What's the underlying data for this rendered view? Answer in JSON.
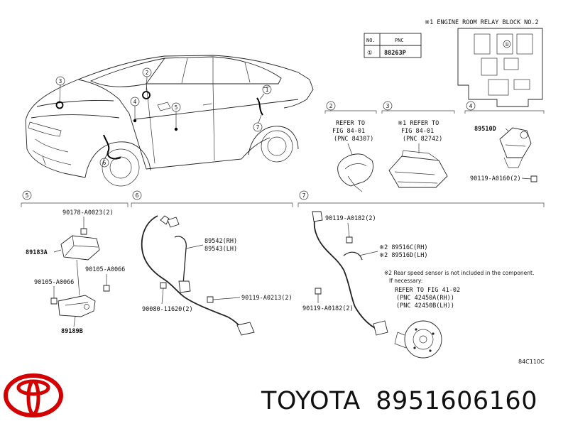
{
  "relay_block": {
    "title": "※1  ENGINE ROOM RELAY BLOCK NO.2",
    "table_headers": [
      "NO.",
      "PNC"
    ],
    "table_rows": [
      {
        "no": "①",
        "pnc": "88263P"
      }
    ],
    "callout": "①"
  },
  "car_callouts": [
    "1",
    "2",
    "3",
    "4",
    "5",
    "6",
    "7"
  ],
  "sections": {
    "s2": {
      "num": "2",
      "lines": [
        "REFER TO",
        "FIG 84-01",
        "(PNC 84307)"
      ]
    },
    "s3": {
      "num": "3",
      "lines": [
        "※1 REFER TO",
        "FIG 84-01",
        "(PNC 82742)"
      ]
    },
    "s4": {
      "num": "4",
      "part_main": "89510D",
      "part_bolt": "90119-A0160(2)"
    },
    "s5": {
      "num": "5",
      "parts": [
        "90178-A0023(2)",
        "89183A",
        "90105-A0066",
        "90105-A0066",
        "89189B"
      ]
    },
    "s6": {
      "num": "6",
      "parts": [
        "89542(RH)",
        "89543(LH)",
        "90080-11620(2)",
        "90119-A0213(2)"
      ]
    },
    "s7": {
      "num": "7",
      "parts": [
        "90119-A0182(2)",
        "※2 89516C(RH)",
        "※2 89516D(LH)",
        "90119-A0182(2)"
      ],
      "note": [
        "※2 Rear speed sensor is not included in the component.",
        "If necessary:"
      ],
      "refer": [
        "REFER TO FIG 41-02",
        "(PNC 42450A(RH))",
        "(PNC 42450B(LH))"
      ]
    }
  },
  "figure_code": "84C110C",
  "brand": {
    "name": "TOYOTA",
    "part_number": "8951606160"
  },
  "colors": {
    "line": "#222222",
    "logo": "#d40000"
  }
}
